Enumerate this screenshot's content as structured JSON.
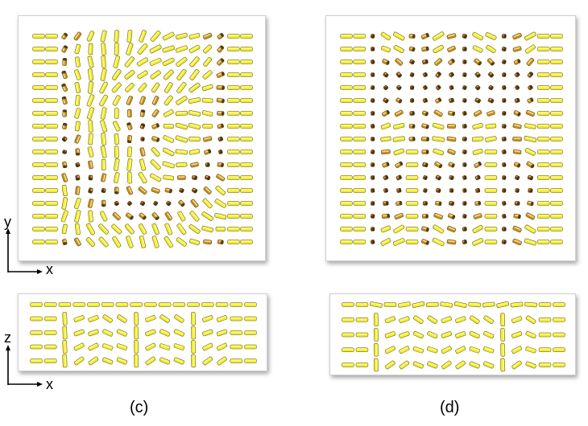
{
  "panels": [
    {
      "id": "c-top",
      "view": "xy",
      "pattern": "c"
    },
    {
      "id": "d-top",
      "view": "xy",
      "pattern": "d"
    },
    {
      "id": "c-bot",
      "view": "xz",
      "pattern": "c"
    },
    {
      "id": "d-bot",
      "view": "xz",
      "pattern": "d"
    }
  ],
  "axes_top": {
    "vertical": "y",
    "horizontal": "x"
  },
  "axes_bottom": {
    "vertical": "z",
    "horizontal": "x"
  },
  "labels": {
    "c": "(c)",
    "d": "(d)"
  },
  "colors": {
    "cylinder_light": "#f2ee2a",
    "cylinder_dark": "#8a4a12",
    "cylinder_mid": "#c98a1c",
    "outline": "#5a4a10"
  }
}
